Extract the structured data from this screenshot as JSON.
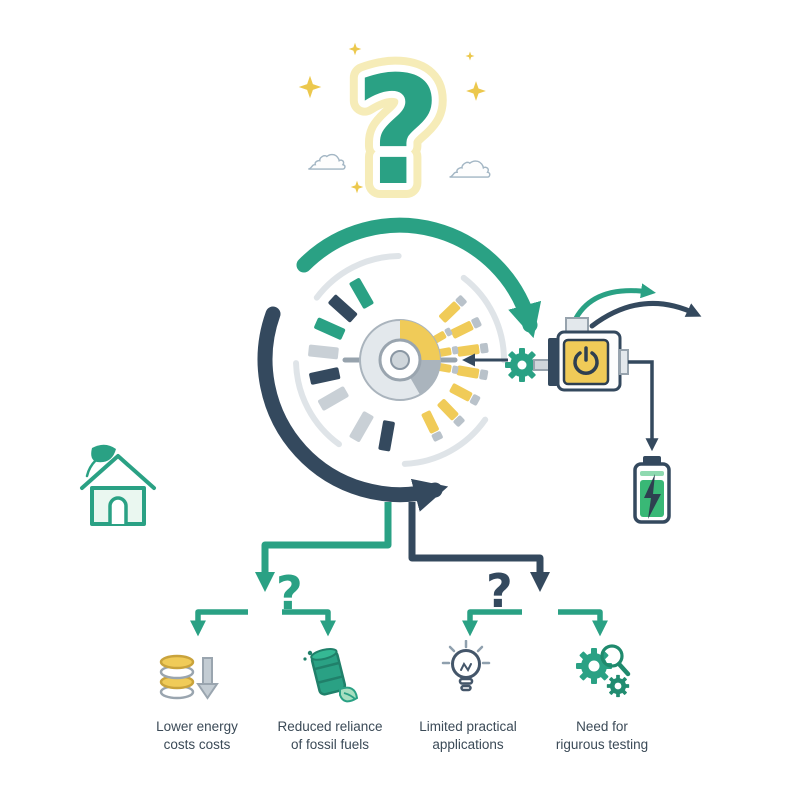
{
  "palette": {
    "teal": "#2aa184",
    "navy": "#34495e",
    "yellow": "#f0cb58",
    "pale_yellow_halo": "#f6ecb8",
    "light_gray": "#d7dde2",
    "mid_gray": "#aab4bd",
    "battery_green": "#39b876",
    "text": "#3b4a57"
  },
  "hero": {
    "question_mark": "?"
  },
  "icons": {
    "cloud_glyph": "☁"
  },
  "branch_questions": {
    "benefits": "?",
    "challenges": "?"
  },
  "outcomes": [
    {
      "icon": "coins-down-icon",
      "label_line1": "Lower energy",
      "label_line2": "costs costs"
    },
    {
      "icon": "oil-barrel-leaf-icon",
      "label_line1": "Reduced reliance",
      "label_line2": "of fossil fuels"
    },
    {
      "icon": "light-bulb-icon",
      "label_line1": "Limited practical",
      "label_line2": "applications"
    },
    {
      "icon": "gear-magnifier-icon",
      "label_line1": "Need for",
      "label_line2": "rigurous testing"
    }
  ]
}
